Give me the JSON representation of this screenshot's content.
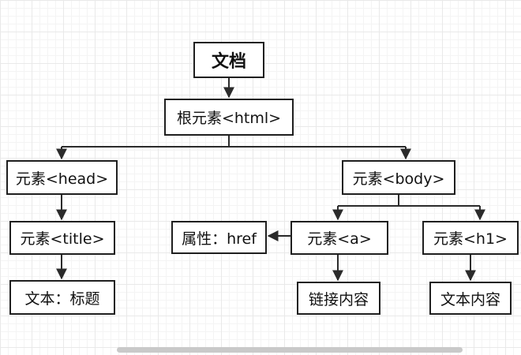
{
  "diagram": {
    "nodes": {
      "document": "文档",
      "root": "根元素<html>",
      "head": "元素<head>",
      "body": "元素<body>",
      "title": "元素<title>",
      "title_text": "文本：标题",
      "attr": "属性：href",
      "a": "元素<a>",
      "h1": "元素<h1>",
      "link_text": "链接内容",
      "h1_text": "文本内容"
    },
    "edges": [
      {
        "from": "文档",
        "to": "根元素<html>"
      },
      {
        "from": "根元素<html>",
        "to": "元素<head>"
      },
      {
        "from": "根元素<html>",
        "to": "元素<body>"
      },
      {
        "from": "元素<head>",
        "to": "元素<title>"
      },
      {
        "from": "元素<title>",
        "to": "文本：标题"
      },
      {
        "from": "元素<body>",
        "to": "元素<a>"
      },
      {
        "from": "元素<body>",
        "to": "元素<h1>"
      },
      {
        "from": "元素<a>",
        "to": "属性：href"
      },
      {
        "from": "元素<a>",
        "to": "链接内容"
      },
      {
        "from": "元素<h1>",
        "to": "文本内容"
      }
    ]
  },
  "colors": {
    "line": "#2b2b2b",
    "border": "#1f1f1f",
    "grid": "#e9e9e9"
  }
}
